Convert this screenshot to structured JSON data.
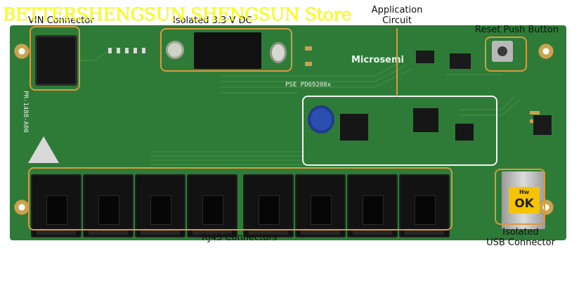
{
  "watermark": "BETTERSHENGSUN SHENGSUN Store",
  "labels": {
    "vin": "VIN Connector",
    "isolated_dc": "Isolated 3.3 V DC",
    "application_line1": "Application",
    "application_line2": "Circuit",
    "reset": "Reset Push Button",
    "rj45": "RJ45 Connectors",
    "usb_line1": "Isolated",
    "usb_line2": "USB Connector"
  },
  "board_print": {
    "brand": "Microsemi",
    "chip": "PSE  PD69208x",
    "part_number": "PR-1488-A00",
    "badge_top": "Hw",
    "badge_main": "OK"
  },
  "colors": {
    "board": "#2e7b37",
    "callout": "#d99a3e",
    "watermark": "#ffff00"
  }
}
